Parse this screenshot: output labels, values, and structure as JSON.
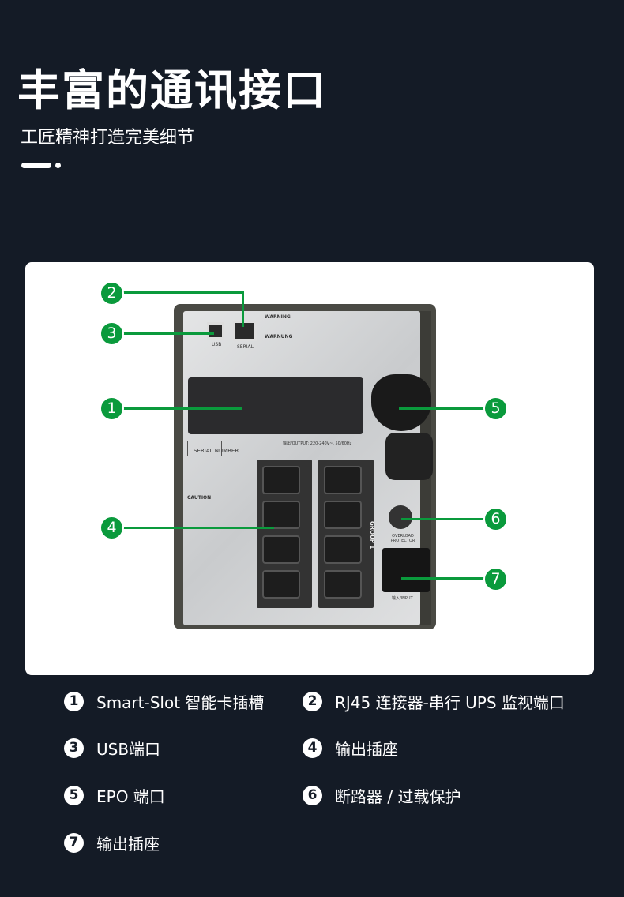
{
  "header": {
    "title": "丰富的通讯接口",
    "subtitle": "工匠精神打造完美细节"
  },
  "photo": {
    "usb": "USB",
    "serial": "SERIAL",
    "warning": "WARNING",
    "warnung": "WARNUNG",
    "serial_number": "SERIAL NUMBER",
    "caution": "CAUTION",
    "group": "GROUP 1",
    "overload": "OVERLOAD PROTECTOR",
    "input": "输入/INPUT",
    "output": "输出/OUTPUT: 220-240V~, 50/60Hz"
  },
  "callouts": [
    "1",
    "2",
    "3",
    "4",
    "5",
    "6",
    "7"
  ],
  "accent_color": "#0a9a3c",
  "legend": [
    {
      "num": "1",
      "label": "Smart-Slot 智能卡插槽"
    },
    {
      "num": "2",
      "label": "RJ45 连接器-串行 UPS 监视端口"
    },
    {
      "num": "3",
      "label": "USB端口"
    },
    {
      "num": "4",
      "label": "输出插座"
    },
    {
      "num": "5",
      "label": "EPO 端口"
    },
    {
      "num": "6",
      "label": "断路器 / 过载保护"
    },
    {
      "num": "7",
      "label": "输出插座"
    }
  ]
}
